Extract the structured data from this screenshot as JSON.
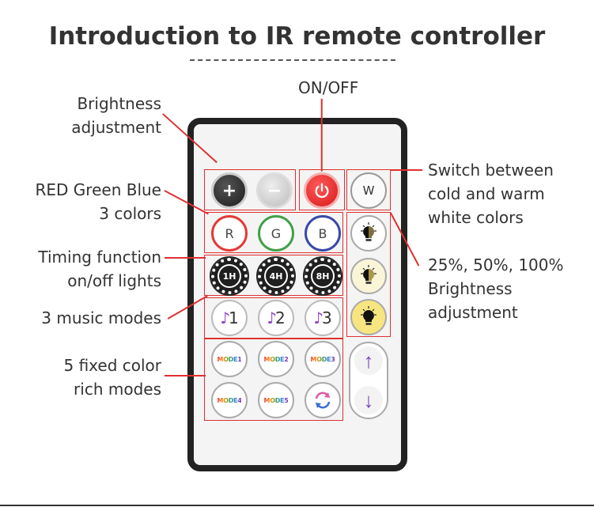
{
  "title": "Introduction to IR remote controller",
  "labels": {
    "brightness": "Brightness\nadjustment",
    "on_off": "ON/OFF",
    "rgb": "RED Green Blue\n3 colors",
    "timing": "Timing function\non/off lights",
    "music": "3 music modes",
    "fixed": "5 fixed color\nrich modes",
    "switch_white": "Switch between\ncold and warm\nwhite colors",
    "brightness_levels": "25%, 50%, 100%\nBrightness\nadjustment"
  },
  "buttons": {
    "plus": "+",
    "minus": "−",
    "white": "W",
    "red": "R",
    "green": "G",
    "blue": "B",
    "timer_1h": "1H",
    "timer_4h": "4H",
    "timer_8h": "8H",
    "music_1": "1",
    "music_2": "2",
    "music_3": "3",
    "mode_1": "MODE1",
    "mode_2": "MODE2",
    "mode_3": "MODE3",
    "mode_4": "MODE4",
    "mode_5": "MODE5",
    "up": "↑",
    "down": "↓"
  },
  "colors": {
    "accent": "#e03030",
    "text": "#333333",
    "remote_body": "#f4f4f4",
    "remote_border": "#222222"
  },
  "icons": [
    "power-icon",
    "music-note-icon",
    "bulb-icon",
    "cycle-icon",
    "arrow-up-icon",
    "arrow-down-icon"
  ]
}
